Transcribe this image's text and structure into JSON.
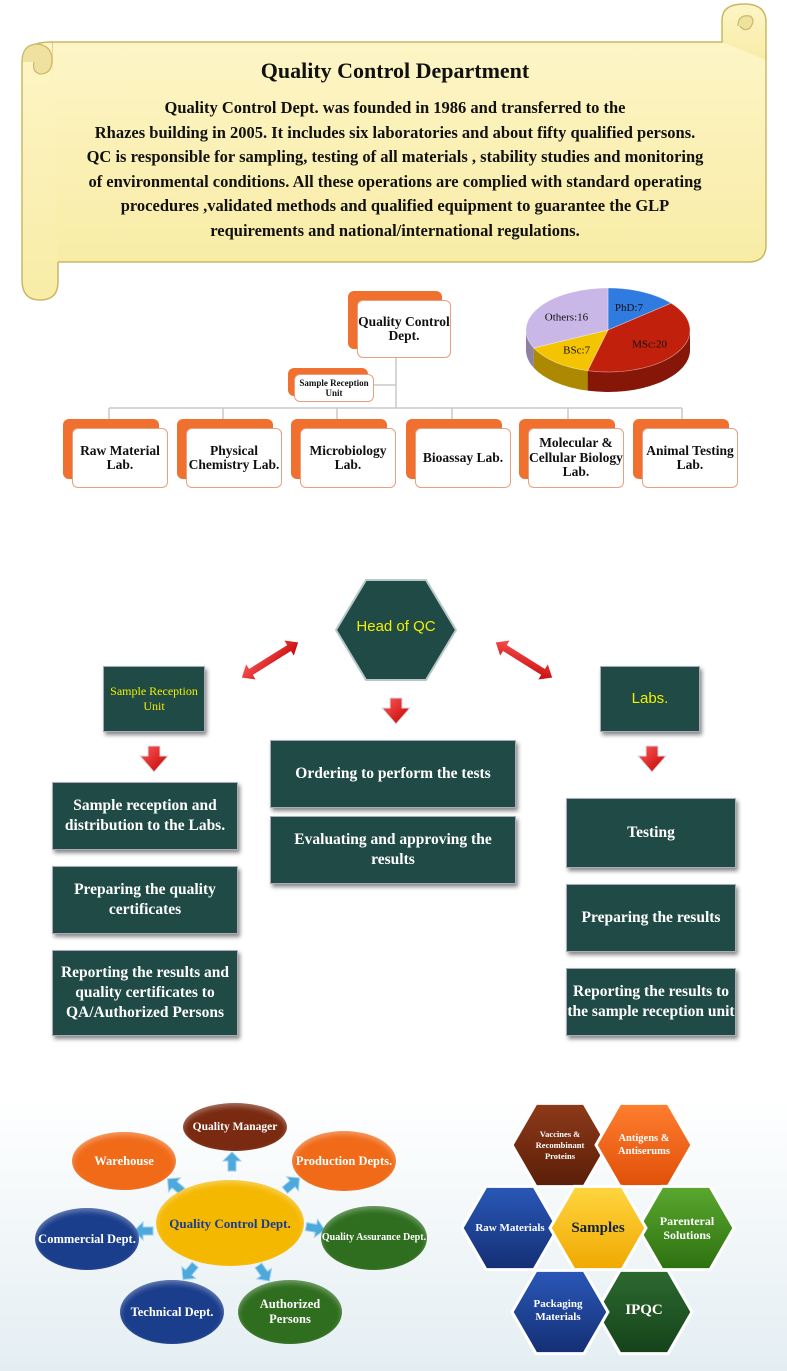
{
  "header": {
    "title": "Quality Control Department",
    "lines": [
      "Quality Control Dept. was founded in 1986 and transferred to the",
      "Rhazes building in 2005. It includes six laboratories and about fifty qualified persons.",
      "QC is responsible for sampling, testing of  all materials , stability studies and monitoring",
      "of environmental conditions. All these operations are complied with standard operating",
      "procedures ,validated methods and qualified equipment to guarantee the GLP",
      "requirements and national/international regulations."
    ]
  },
  "org": {
    "top": "Quality Control Dept.",
    "sample_unit": "Sample Reception Unit",
    "labs": [
      "Raw Material Lab.",
      "Physical Chemistry Lab.",
      "Microbiology Lab.",
      "Bioassay Lab.",
      "Molecular & Cellular Biology Lab.",
      "Animal Testing Lab."
    ]
  },
  "chart_data": {
    "type": "pie",
    "categories": [
      "PhD",
      "MSc",
      "BSc",
      "Others"
    ],
    "values": [
      7,
      20,
      7,
      16
    ],
    "labels": [
      "PhD:7",
      "MSc:20",
      "BSc:7",
      "Others:16"
    ],
    "colors": [
      "#2f7be0",
      "#c0200c",
      "#f5c400",
      "#c9b7e8"
    ]
  },
  "flow": {
    "head": "Head of QC",
    "sample_unit": "Sample Reception Unit",
    "labs": "Labs.",
    "left_tasks": [
      "Sample reception and distribution to the Labs.",
      "Preparing the quality certificates",
      "Reporting the results and quality certificates to QA/Authorized Persons"
    ],
    "center_tasks": [
      "Ordering to perform the tests",
      "Evaluating and approving the results"
    ],
    "right_tasks": [
      "Testing",
      "Preparing the results",
      "Reporting the results to the sample reception unit"
    ]
  },
  "relations": {
    "center": "Quality Control Dept.",
    "nodes": [
      "Quality Manager",
      "Production Depts.",
      "Quality Assurance Dept.",
      "Authorized Persons",
      "Technical Dept.",
      "Commercial Dept.",
      "Warehouse"
    ],
    "colors": {
      "orange": "#f06a18",
      "gold": "#f5b800",
      "blue": "#1a3d8c",
      "green": "#2e6e1e",
      "brown": "#7a2a10"
    }
  },
  "samples": {
    "center": "Samples",
    "items": [
      "Vaccines & Recombinant Proteins",
      "Antigens & Antiserums",
      "Parenteral Solutions",
      "IPQC",
      "Packaging Materials",
      "Raw Materials"
    ]
  }
}
